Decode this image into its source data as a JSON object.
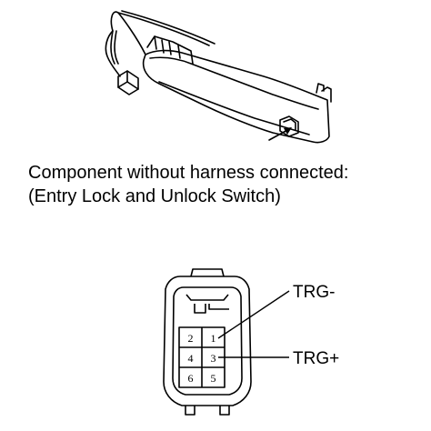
{
  "caption": {
    "line1": "Component without harness connected:",
    "line2": "(Entry Lock and Unlock Switch)"
  },
  "connector": {
    "pins": [
      {
        "number": "2"
      },
      {
        "number": "1"
      },
      {
        "number": "4"
      },
      {
        "number": "3"
      },
      {
        "number": "6"
      },
      {
        "number": "5"
      }
    ],
    "terminals": [
      {
        "label": "TRG-",
        "pin": "1"
      },
      {
        "label": "TRG+",
        "pin": "3"
      }
    ]
  },
  "colors": {
    "line": "#000000",
    "background": "#ffffff"
  }
}
